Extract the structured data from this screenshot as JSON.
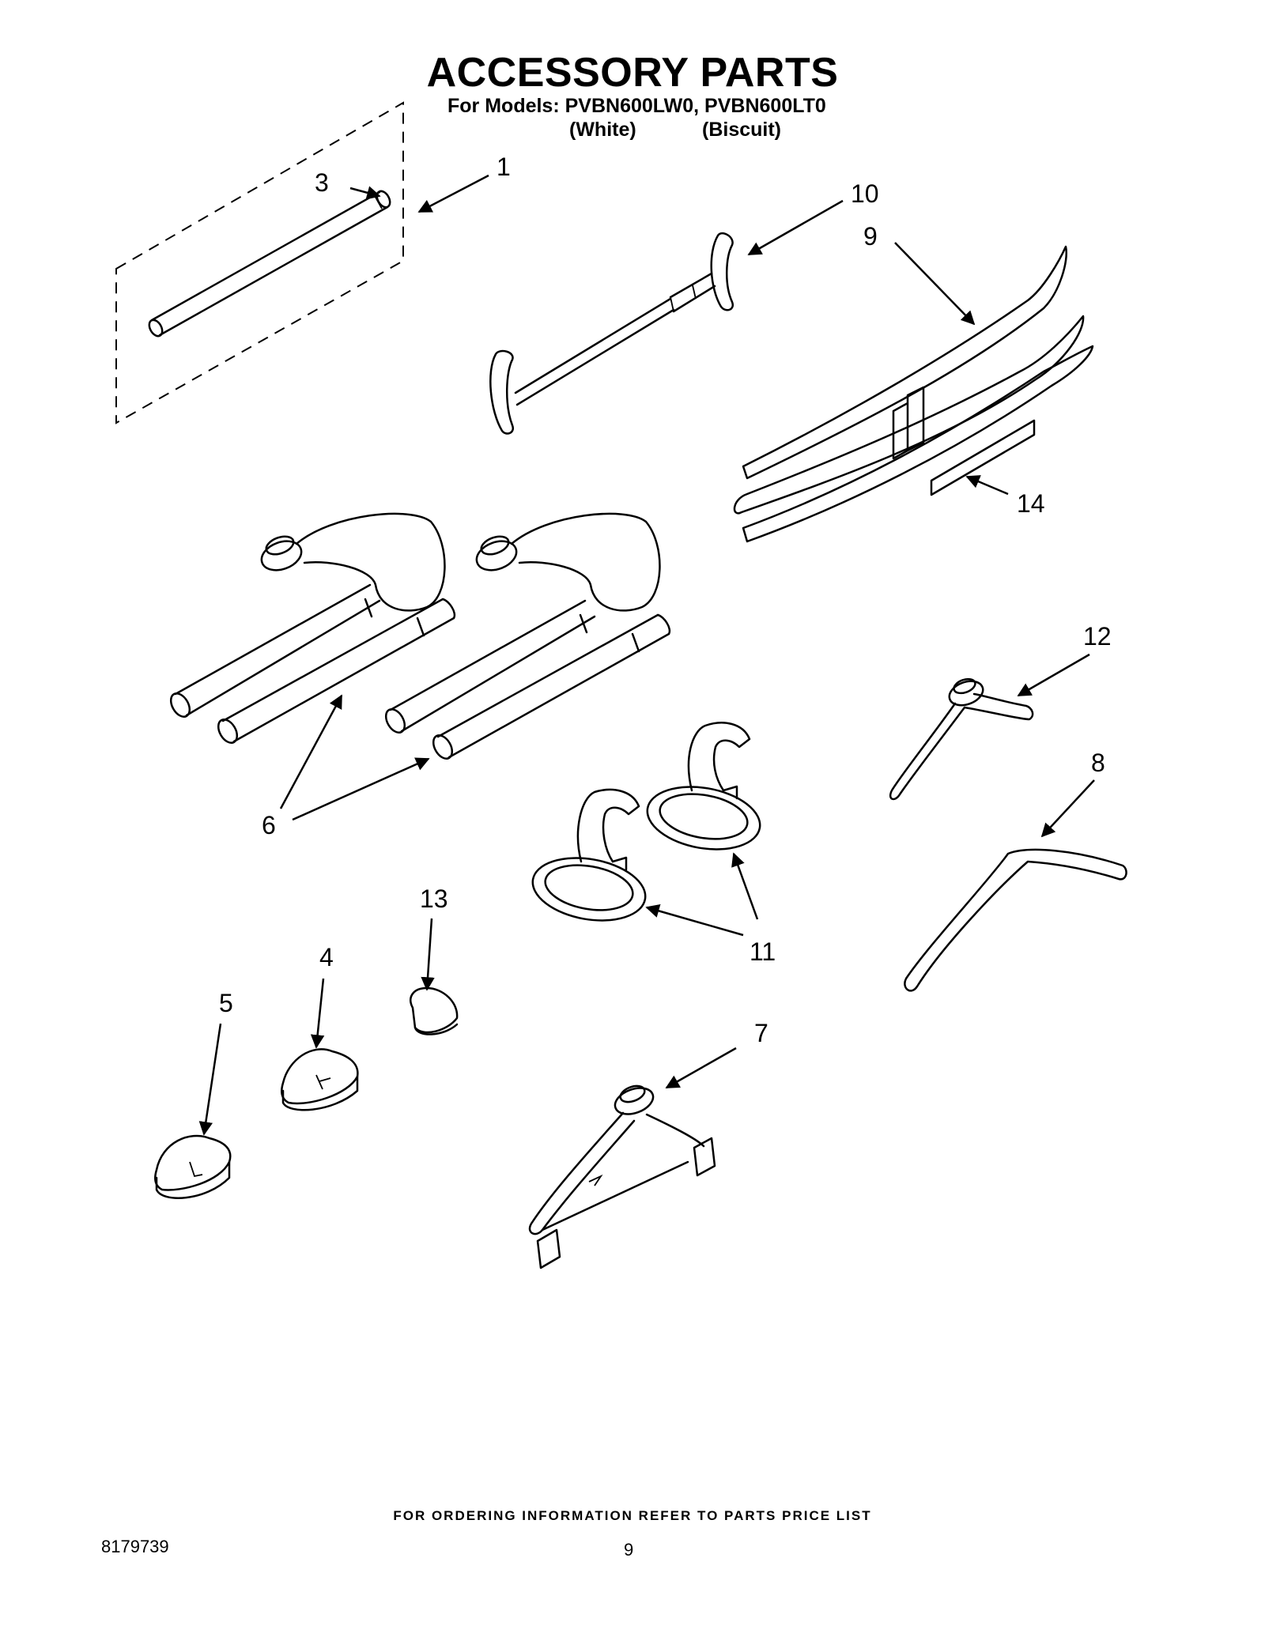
{
  "header": {
    "title": "ACCESSORY PARTS",
    "models_line": "For Models: PVBN600LW0, PVBN600LT0",
    "variant_white": "(White)",
    "variant_biscuit": "(Biscuit)"
  },
  "callouts": {
    "c1": "1",
    "c3": "3",
    "c10": "10",
    "c9": "9",
    "c14": "14",
    "c12": "12",
    "c8": "8",
    "c6": "6",
    "c11": "11",
    "c13": "13",
    "c4": "4",
    "c5": "5",
    "c7": "7"
  },
  "footer": {
    "ordering_note": "FOR ORDERING INFORMATION REFER TO PARTS PRICE LIST",
    "document_number": "8179739",
    "page_number": "9"
  }
}
